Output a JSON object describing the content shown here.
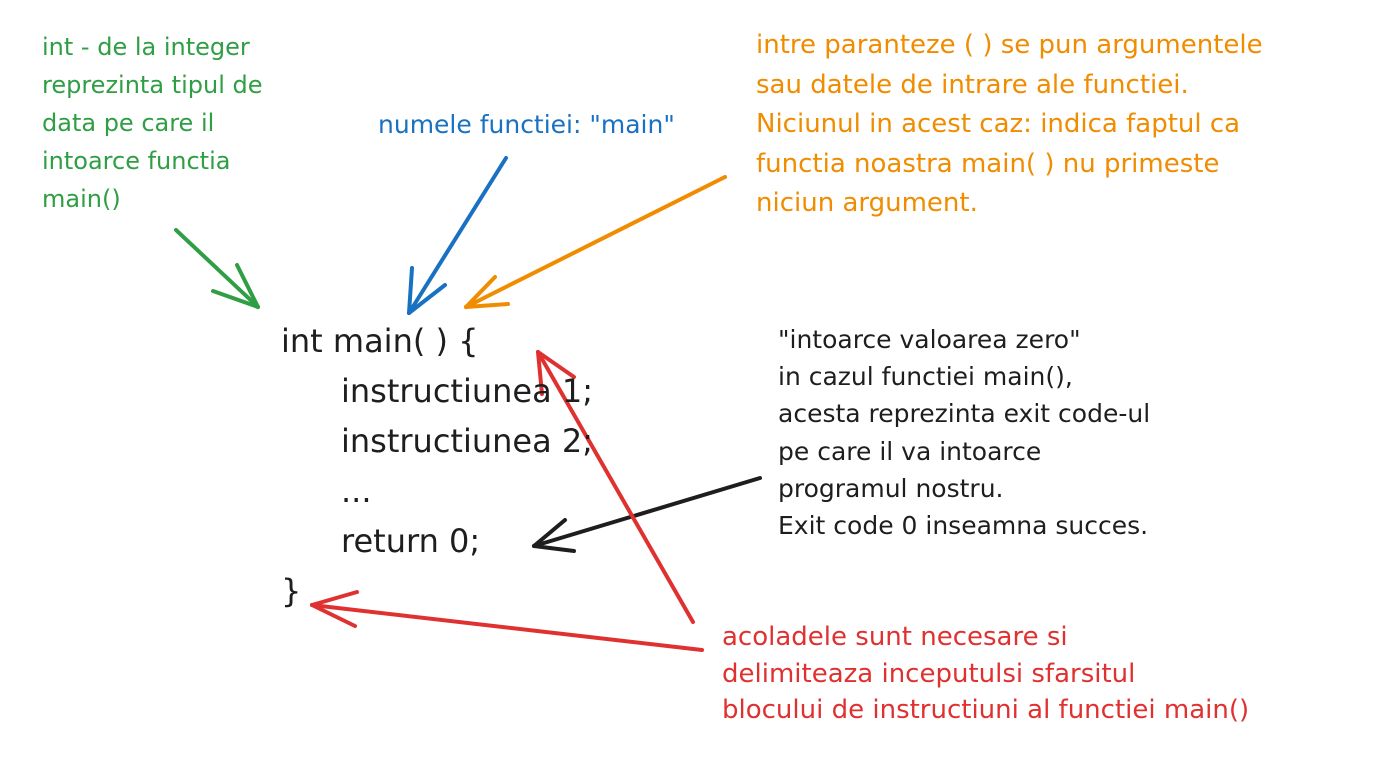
{
  "code": {
    "line1": "int main( ) {",
    "line2": "instructiunea 1;",
    "line3": "instructiunea 2;",
    "line4": "...",
    "line5": "return 0;",
    "line6": "}"
  },
  "annotations": {
    "int_note": [
      "int - de la integer",
      "reprezinta tipul de",
      "data pe care il",
      "intoarce functia",
      "main()"
    ],
    "name_note": "numele functiei: \"main\"",
    "params_note": [
      "intre paranteze ( ) se pun argumentele",
      "sau datele de intrare ale functiei.",
      "Niciunul in acest caz: indica faptul ca",
      "functia noastra main( ) nu primeste",
      "niciun argument."
    ],
    "return_note": [
      "\"intoarce valoarea zero\"",
      "in cazul functiei main(),",
      "acesta reprezinta exit code-ul",
      "pe care il va intoarce",
      "programul nostru.",
      "Exit code 0 inseamna succes."
    ],
    "braces_note": [
      "acoladele sunt necesare si",
      "delimiteaza inceputulsi sfarsitul",
      "blocului de instructiuni al functiei main()"
    ]
  },
  "colors": {
    "green": "#2f9e44",
    "blue": "#1971c2",
    "orange": "#f08c00",
    "black": "#1e1e1e",
    "red": "#e03131"
  }
}
